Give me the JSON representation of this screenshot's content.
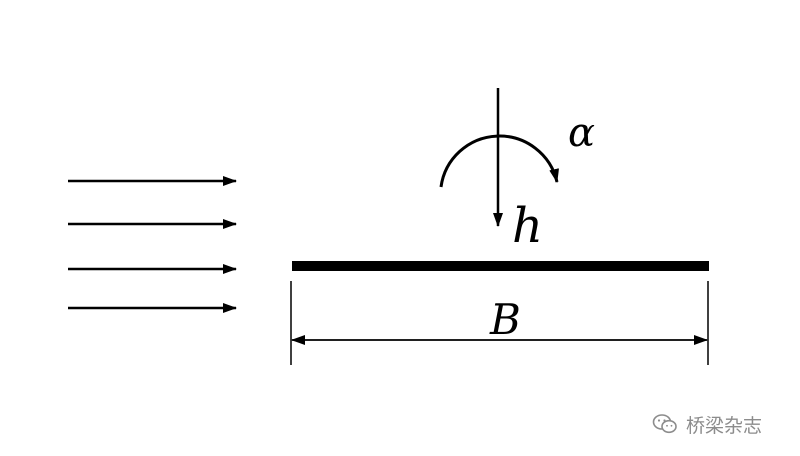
{
  "diagram": {
    "labels": {
      "pitch": "α",
      "heave": "h",
      "width": "B"
    },
    "wind_arrow_count": 4,
    "colors": {
      "ink": "#000000",
      "watermark": "#8c8c8c"
    }
  },
  "watermark": {
    "text": "桥梁杂志",
    "icon": "wechat-icon"
  }
}
